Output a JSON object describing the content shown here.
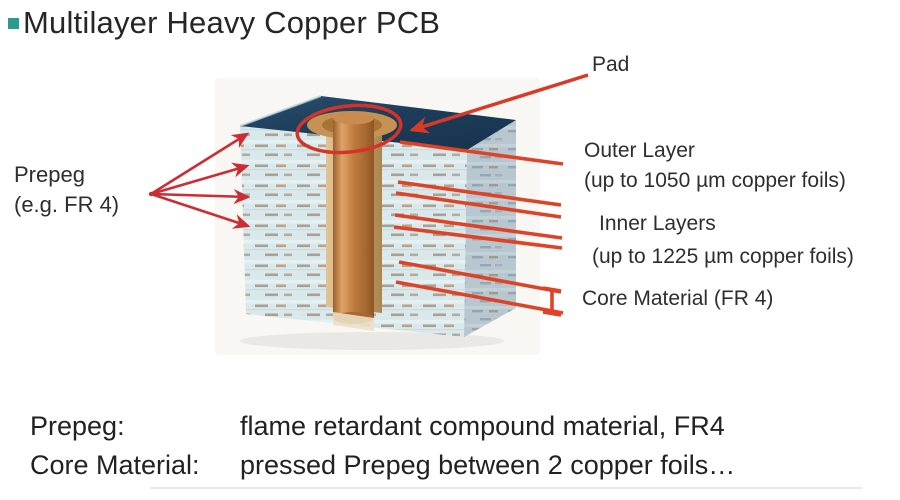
{
  "title": {
    "text": "Multilayer Heavy Copper PCB"
  },
  "diagram": {
    "labels": {
      "pad": "Pad",
      "outer_layer": "Outer Layer",
      "outer_layer_sub": "(up to 1050 µm copper foils)",
      "inner_layers": "Inner Layers",
      "inner_layers_sub": "(up to 1225 µm copper foils)",
      "core_material": "Core Material (FR 4)",
      "prepeg": "Prepeg\n(e.g. FR 4)"
    }
  },
  "definitions": [
    {
      "term": "Prepeg:",
      "description": "flame retardant compound material, FR4"
    },
    {
      "term": "Core Material:",
      "description": "pressed Prepeg between 2 copper foils…"
    }
  ],
  "colors": {
    "annotation_red": "#d93a28",
    "leader_orange_red": "#dd4327",
    "bullet_teal": "#2a9b8f",
    "pcb_top_navy": "#1d3d5a",
    "pcb_copper": "#c07c3f",
    "pcb_front_blue": "#d9e8ea",
    "pcb_side_gray": "#b7c6cf",
    "text_dark": "#262626"
  }
}
